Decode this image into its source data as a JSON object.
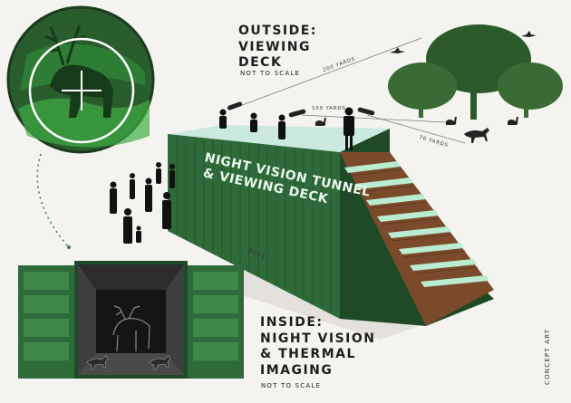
{
  "outside_heading": "OUTSIDE:\nVIEWING\nDECK",
  "outside_note": "NOT TO SCALE",
  "inside_heading": "INSIDE:\nNIGHT VISION\n& THERMAL\nIMAGING",
  "inside_note": "NOT TO SCALE",
  "container_title_line1": "NIGHT VISION TUNNEL",
  "container_title_line2": "& VIEWING DECK",
  "length_label": "80FT",
  "distance_200": "200 YARDS",
  "distance_100": "100 YARDS",
  "distance_70": "70 YARDS",
  "corner_note": "CONCEPT ART",
  "colors": {
    "container_green": "#2f6b3a",
    "dark_green": "#1f4a27",
    "night_vision_green": "#37b24a",
    "stair_wood": "#7a4a2a",
    "glow": "#b9ecd0",
    "tree": "#2d5a2b"
  }
}
